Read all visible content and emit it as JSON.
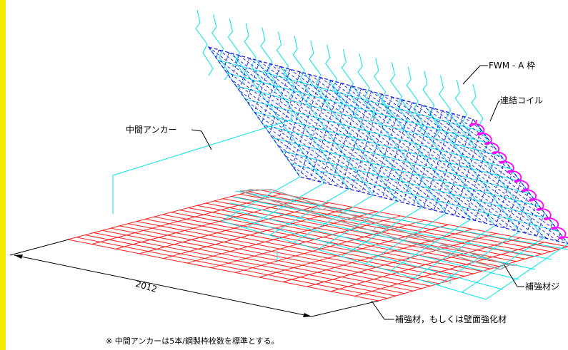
{
  "labels": {
    "fwm_frame": "FWM - A 枠",
    "connecting_coil": "連結コイル",
    "intermediate_anchor": "中間アンカー",
    "reinforcement_j": "補強材ジ",
    "reinforcement_or_wall": "補強材，もしくは壁面強化材",
    "dimension": "2012"
  },
  "footnote": "※ 中間アンカーは5本/鋼製枠枚数を標準とする。",
  "colors": {
    "frame_dark": "#1f2bd8",
    "frame_light": "#00e5ee",
    "reinforcement": "#ff1a1a",
    "coil": "#ff00ff",
    "leader": "#000000",
    "plate": "#9a9a9a",
    "edge_bar": "#f4ec00"
  }
}
